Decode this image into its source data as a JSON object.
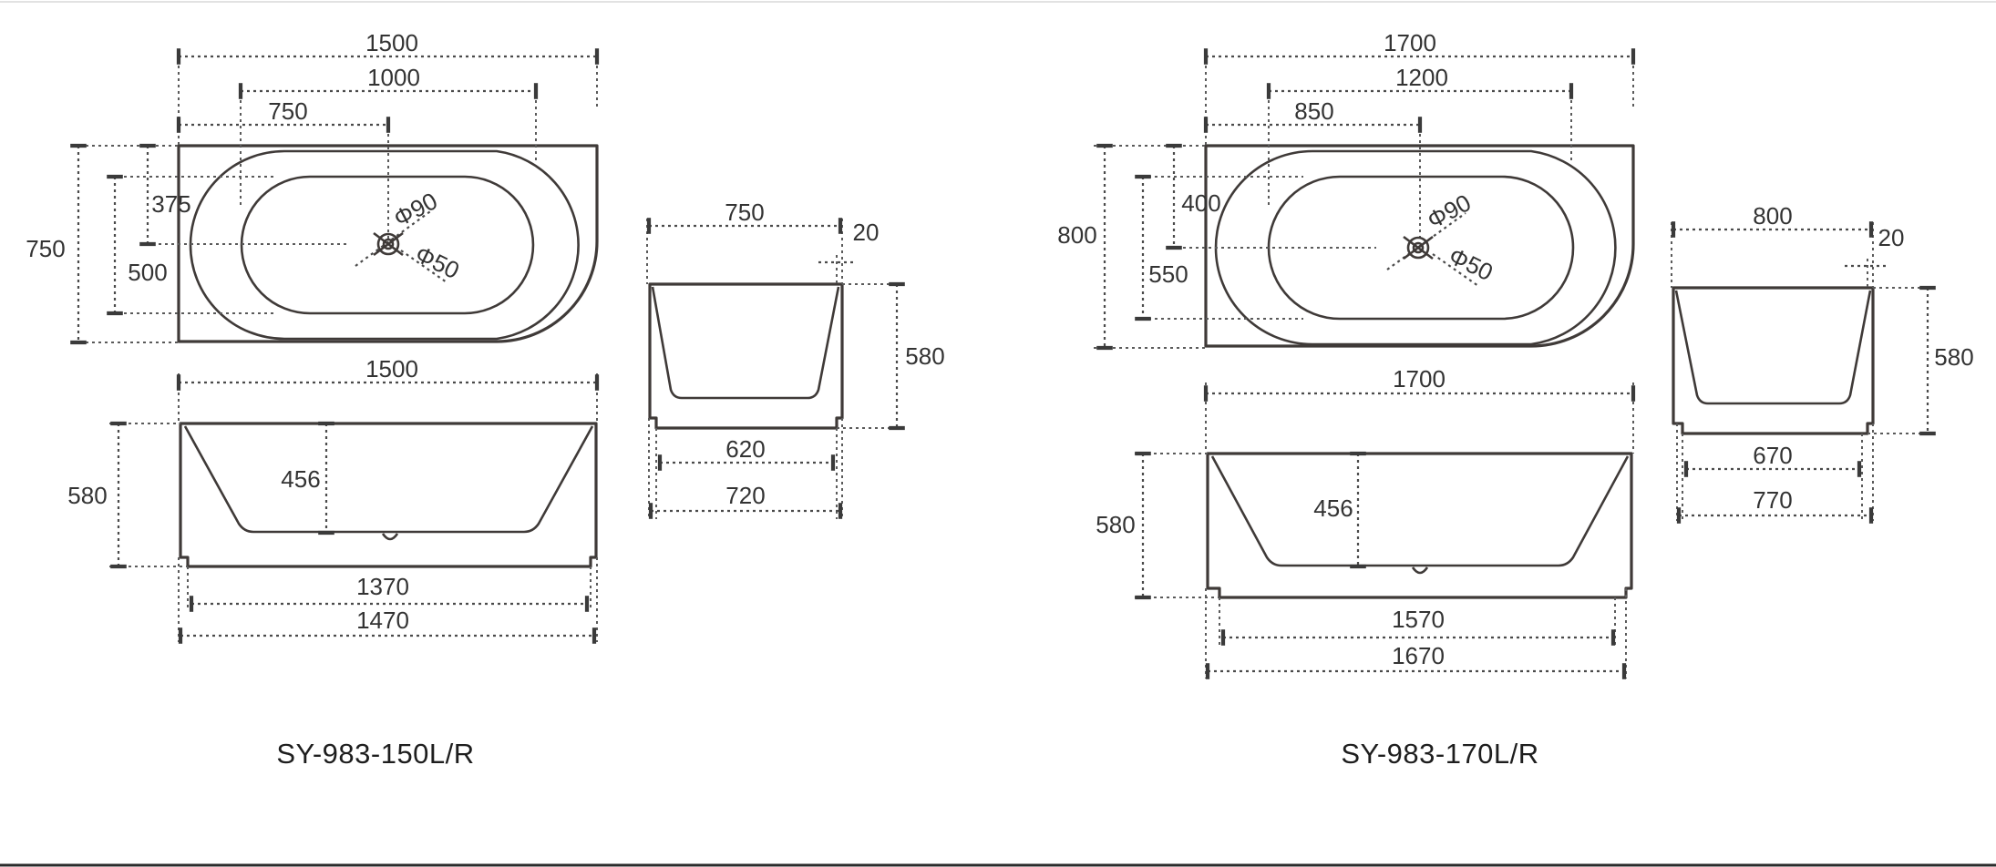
{
  "drawings": [
    {
      "model": "SY-983-150L/R",
      "plan": {
        "overall_length": "1500",
        "inner_length": "1000",
        "drain_offset": "750",
        "overall_width": "750",
        "drain_half_width": "375",
        "inner_width": "500",
        "drain_diameter": "Φ90",
        "overflow_diameter": "Φ50"
      },
      "side": {
        "overall_length": "1500",
        "height": "580",
        "inner_depth": "456",
        "base_inner": "1370",
        "base_outer": "1470"
      },
      "end": {
        "top_width": "750",
        "rim": "20",
        "height": "580",
        "base_inner": "620",
        "base_outer": "720"
      }
    },
    {
      "model": "SY-983-170L/R",
      "plan": {
        "overall_length": "1700",
        "inner_length": "1200",
        "drain_offset": "850",
        "overall_width": "800",
        "drain_half_width": "400",
        "inner_width": "550",
        "drain_diameter": "Φ90",
        "overflow_diameter": "Φ50"
      },
      "side": {
        "overall_length": "1700",
        "height": "580",
        "inner_depth": "456",
        "base_inner": "1570",
        "base_outer": "1670"
      },
      "end": {
        "top_width": "800",
        "rim": "20",
        "height": "580",
        "base_inner": "670",
        "base_outer": "770"
      }
    }
  ]
}
